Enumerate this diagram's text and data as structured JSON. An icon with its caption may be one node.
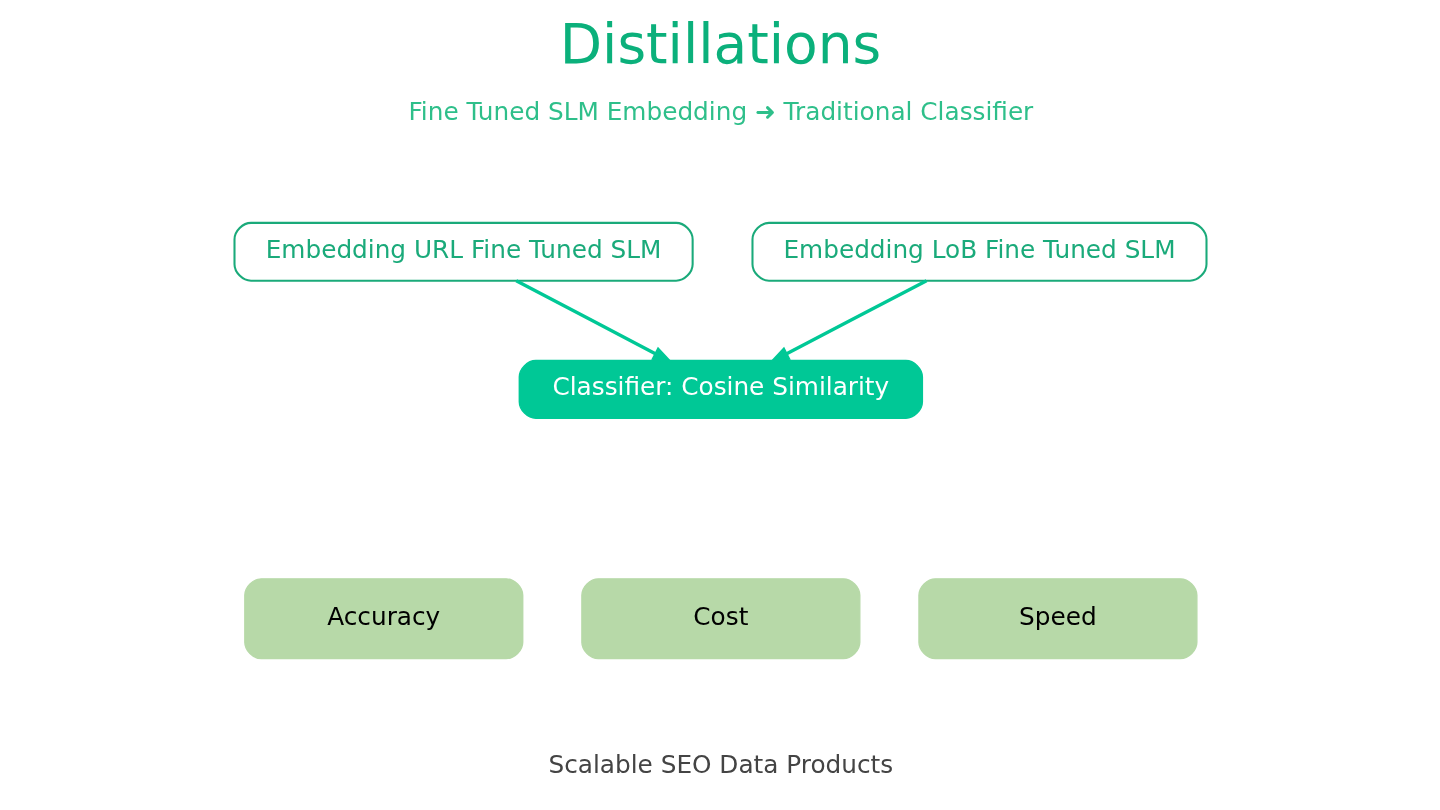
{
  "diagram": {
    "title": "Distillations",
    "nodes": [
      {
        "text": [
          "Embedding URL Fine Tuned SLM"
        ]
      },
      {
        "text": [
          "Embedding LoB Fine Tuned SLM"
        ]
      },
      {
        "text": [
          "Classifier: Cosine Similarity"
        ]
      },
      {
        "text": [
          "Accuracy"
        ]
      },
      {
        "text": [
          "Cost"
        ]
      },
      {
        "text": [
          "Speed"
        ]
      }
    ],
    "edges": [
      {
        "from": 0,
        "to": 2,
        "arrow": "to"
      },
      {
        "from": 1,
        "to": 2,
        "arrow": "to"
      }
    ],
    "labels": [
      "Fine Tuned SLM Embedding ➜ Traditional Classifier",
      "Scalable SEO Data Products"
    ]
  }
}
